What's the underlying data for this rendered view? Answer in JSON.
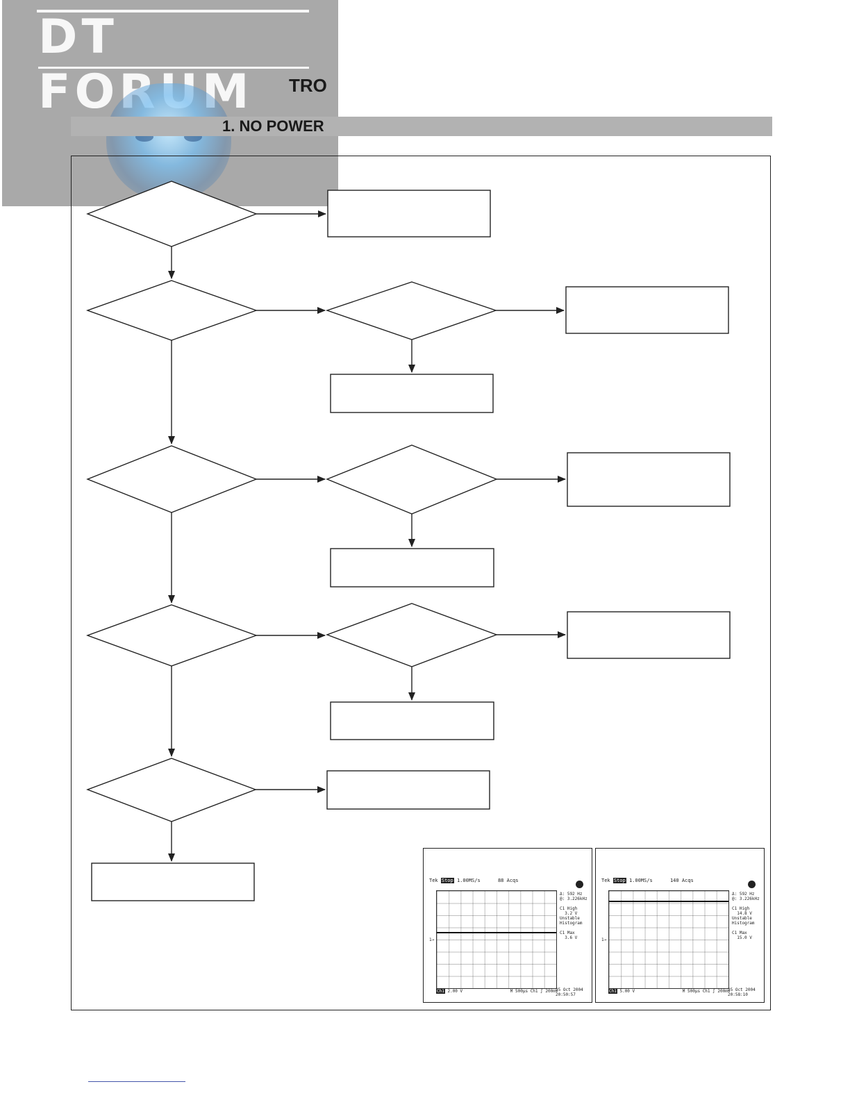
{
  "header": {
    "watermark_logo": "DT FORUM",
    "page_heading": "TRO",
    "section_title": "1. NO POWER"
  },
  "flowchart": {
    "decisions": [
      "",
      "",
      "",
      "",
      "",
      "",
      "",
      ""
    ],
    "actions": [
      "",
      "",
      "",
      "",
      "",
      "",
      "",
      "",
      ""
    ]
  },
  "oscilloscope": [
    {
      "brand": "Tek",
      "state": "Stop",
      "rate": "1.00MS/s",
      "acqs": "88 Acqs",
      "readout": "Δ: 592 Hz\n@: 3.226kHz\n\nC1 High\n  3.2 V\nUnstable\nHistogram\n\nC1 Max\n  3.6 V",
      "channel": "Ch1",
      "volts_div": "2.00 V",
      "timebase": "M 500µs  Ch1 ∫  200mV",
      "date": "25 Oct 2004\n20:50:57",
      "trace_level": 0.42
    },
    {
      "brand": "Tek",
      "state": "Stop",
      "rate": "1.00MS/s",
      "acqs": "140 Acqs",
      "readout": "Δ: 592 Hz\n@: 3.226kHz\n\nC1 High\n  14.8 V\nUnstable\nHistogram\n\nC1 Max\n  15.0 V",
      "channel": "Ch1",
      "volts_div": "5.00 V",
      "timebase": "M 500µs  Ch1 ∫  200mV",
      "date": "25 Oct 2004\n20:58:10",
      "trace_level": 0.1
    }
  ]
}
